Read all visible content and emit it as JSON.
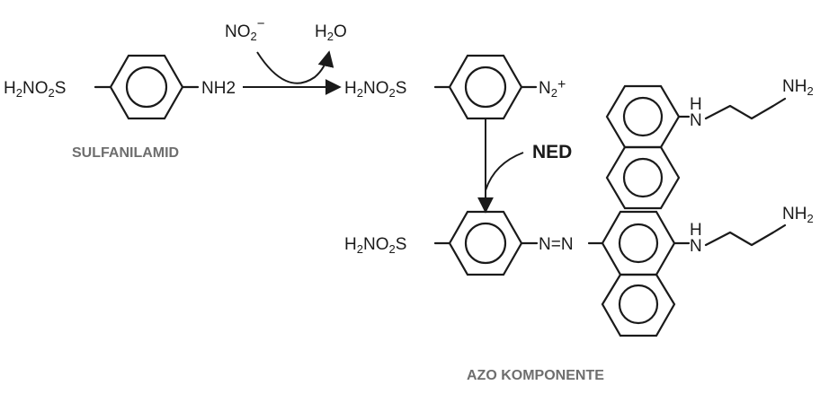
{
  "reactant": {
    "group_left": "H2NO2S",
    "group_right": "NH2",
    "name": "SULFANILAMID"
  },
  "reagents": {
    "nitrite": "NO2",
    "nitrite_charge": "−",
    "water": "H2O"
  },
  "diazonium": {
    "group_left": "H2NO2S",
    "group_right": "N2",
    "charge": "+"
  },
  "coupling_reagent": {
    "label": "NED",
    "amine_h": "H",
    "amine_n": "N",
    "terminal": "NH2"
  },
  "product": {
    "group_left": "H2NO2S",
    "azo_link": "N=N",
    "amine_h": "H",
    "amine_n": "N",
    "terminal": "NH2",
    "name": "AZO KOMPONENTE"
  }
}
